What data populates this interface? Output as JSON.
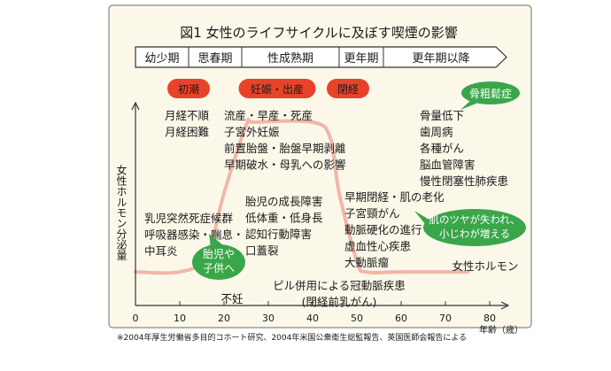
{
  "colors": {
    "panel": "#fbf8ea",
    "border": "#6b6b6b",
    "title_blue": "#1d5fa6",
    "accent_red": "#e8432a",
    "accent_green": "#3aa64a",
    "curve": "#f0b7a8",
    "text": "#1a1a1a"
  },
  "title": "図1 女性のライフサイクルに及ぼす喫煙の影響",
  "footnote": "※2004年厚生労働省多目的コホート研究、2004年米国公衆衛生総監報告、英国医師会報告による",
  "stages": [
    {
      "label": "幼少期",
      "from": 0,
      "to": 12
    },
    {
      "label": "思春期",
      "from": 12,
      "to": 24
    },
    {
      "label": "性成熟期",
      "from": 24,
      "to": 46
    },
    {
      "label": "更年期",
      "from": 46,
      "to": 56
    },
    {
      "label": "更年期以降",
      "from": 56,
      "to": 82
    }
  ],
  "markers": [
    {
      "label": "初潮",
      "at": 12
    },
    {
      "label": "妊娠・出産",
      "at": 32
    },
    {
      "label": "閉経",
      "at": 48
    }
  ],
  "green_badges": {
    "osteoporosis": "骨粗鬆症",
    "child": [
      "胎児や",
      "子供へ"
    ],
    "skin": [
      "肌のツヤが失われ、",
      "小じわが増える"
    ]
  },
  "chart_data": {
    "type": "line",
    "ylabel": "女性ホルモン分泌量",
    "xlabel": "年齢（歳）",
    "xlim": [
      0,
      82
    ],
    "x_ticks": [
      0,
      10,
      20,
      30,
      40,
      50,
      60,
      70,
      80
    ],
    "series": [
      {
        "name": "女性ホルモン",
        "x": [
          0,
          10,
          16,
          20,
          25,
          27,
          40,
          44,
          46,
          50,
          52,
          60,
          75
        ],
        "y": [
          0.05,
          0.05,
          0.15,
          0.55,
          0.98,
          1.0,
          1.0,
          0.9,
          0.55,
          0.12,
          0.05,
          0.05,
          0.05
        ]
      }
    ],
    "text_blocks": [
      {
        "lines": [
          "月経不順",
          "月経困難"
        ],
        "at": 7
      },
      {
        "lines": [
          "流産・早産・死産",
          "子宮外妊娠",
          "前置胎盤・胎盤早期剥離",
          "早期破水・母乳への影響"
        ],
        "at": 21
      },
      {
        "lines": [
          "骨量低下",
          "歯周病",
          "各種がん",
          "脳血管障害",
          "慢性閉塞性肺疾患"
        ],
        "at": 64
      },
      {
        "lines": [
          "胎児の成長障害",
          "低体重・低身長",
          "認知行動障害",
          "口蓋裂"
        ],
        "at": 26
      },
      {
        "lines": [
          "早期閉経・肌の老化",
          "子宮頸がん",
          "動脈硬化の進行",
          "虚血性心疾患",
          "大動脈瘤"
        ],
        "at": 46
      },
      {
        "lines": [
          "乳児突然死症候群",
          "呼吸器感染・喘息・",
          "中耳炎"
        ],
        "at": 2
      },
      {
        "lines": [
          "ピル併用による冠動脈疾患",
          "(閉経前乳がん)"
        ],
        "at": 32
      },
      {
        "lines": [
          "不妊"
        ],
        "at": 22
      },
      {
        "lines": [
          "女性ホルモン"
        ],
        "at": 64
      }
    ]
  }
}
